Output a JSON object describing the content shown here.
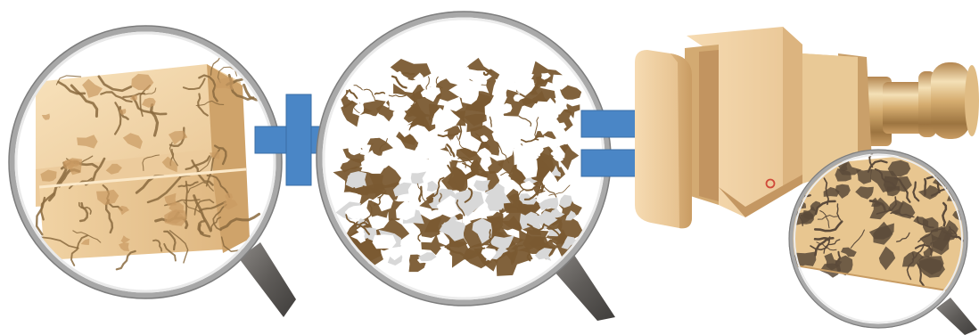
{
  "diagram": {
    "type": "equation",
    "terms": [
      "dense-ceramic-block-magnified",
      "porous-network-magnified",
      "composite-component-with-magnified-section"
    ],
    "operators": [
      "plus",
      "equals"
    ]
  },
  "colors": {
    "background": "#ffffff",
    "operator_blue": "#4a86c6",
    "operator_blue_edge": "#3a6ea6",
    "ceramic_light": "#f1d2a2",
    "ceramic_mid": "#e2b883",
    "ceramic_dark": "#c99a62",
    "crack_brown": "#8a6a3e",
    "porous_brown": "#7a5a32",
    "pore_white": "#ffffff",
    "pore_grey": "#d8d8d8",
    "lens_rim": "#9a9a9a",
    "lens_rim_light": "#e6e6e6",
    "lens_handle": "#6c6a67",
    "metal_light": "#f0d7a8",
    "metal_mid": "#d3aa6c",
    "metal_dark": "#9c7440",
    "marker_red": "#d04a3a"
  },
  "icons": [
    "magnifier-icon",
    "plus-icon",
    "equals-icon",
    "magnifier-icon"
  ]
}
